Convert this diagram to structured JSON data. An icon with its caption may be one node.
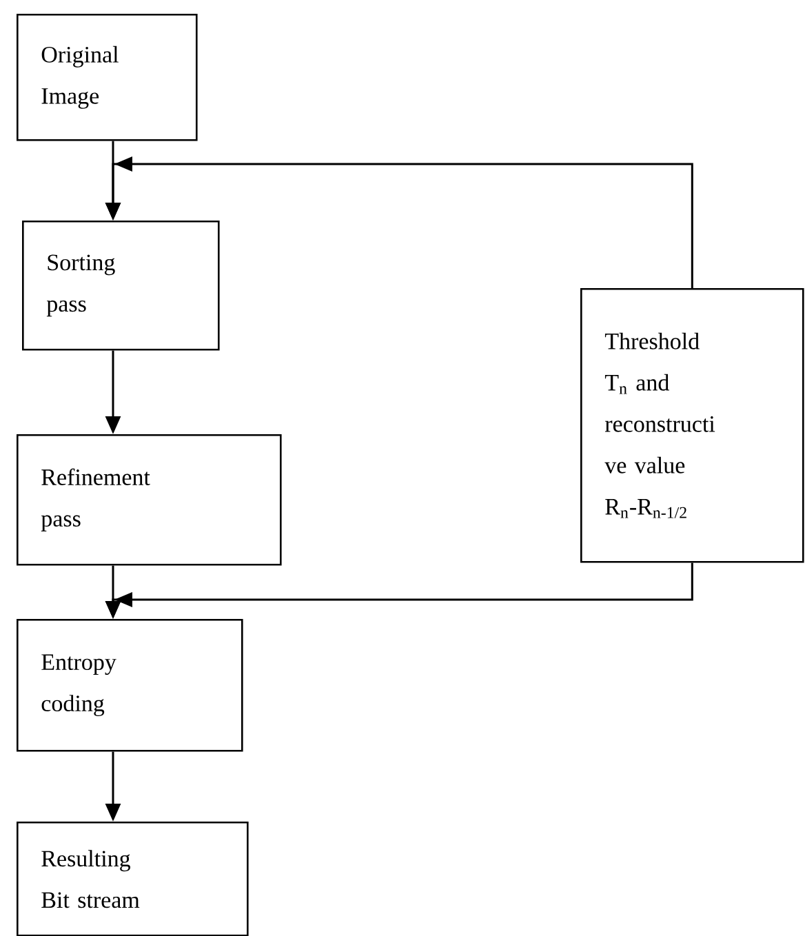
{
  "diagram": {
    "nodes": [
      {
        "text": [
          "Original Image"
        ]
      },
      {
        "text": [
          "Sorting pass"
        ]
      },
      {
        "text": [
          "Refinement pass"
        ]
      },
      {
        "text": [
          "Threshold T$_{n}$ and reconstructi ve value R$_{n}$-R$_{n-1/2}$"
        ]
      },
      {
        "text": [
          "Entropy coding"
        ]
      },
      {
        "text": [
          "Resulting Bit stream"
        ]
      }
    ],
    "edges": [
      {
        "from": 0,
        "to": 1,
        "arrow": "to"
      },
      {
        "from": 1,
        "to": 2,
        "arrow": "to"
      },
      {
        "from": 3,
        "to": 1,
        "arrow": "to"
      },
      {
        "from": 2,
        "to": 4,
        "arrow": "to"
      },
      {
        "from": 3,
        "to": 4,
        "arrow": "to"
      },
      {
        "from": 4,
        "to": 5,
        "arrow": "to"
      }
    ]
  }
}
